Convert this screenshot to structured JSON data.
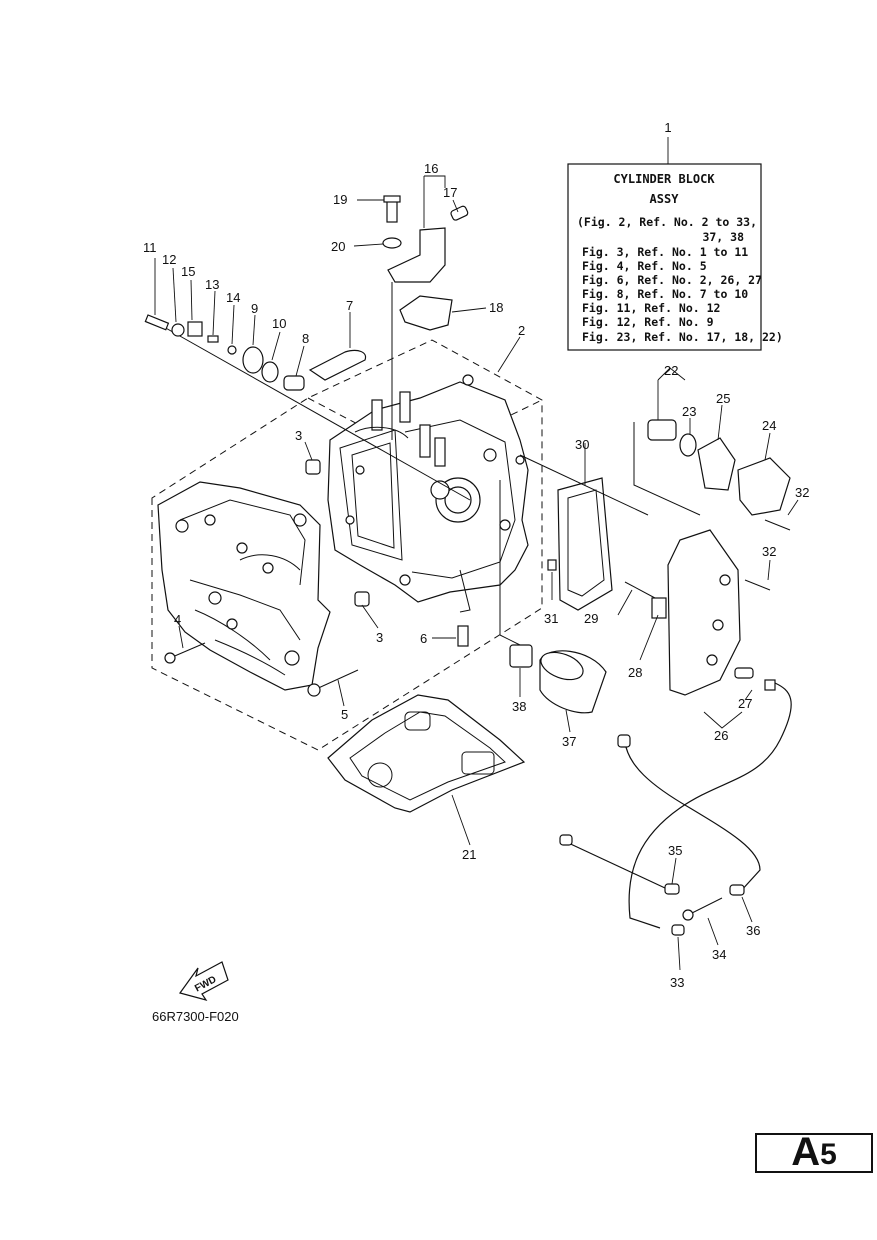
{
  "info_box": {
    "ref": "1",
    "title_line1": "CYLINDER BLOCK",
    "title_line2": "ASSY",
    "lines": [
      "(Fig. 2, Ref. No. 2 to 33,",
      "37, 38",
      "Fig. 3, Ref. No. 1 to 11",
      "Fig. 4, Ref. No. 5",
      "Fig. 6, Ref. No. 2, 26, 27",
      "Fig. 8, Ref. No. 7 to 10",
      "Fig. 11, Ref. No. 12",
      "Fig. 12, Ref. No. 9",
      "Fig. 23, Ref. No. 17, 18, 22)"
    ]
  },
  "callouts": [
    "2",
    "3",
    "3",
    "4",
    "5",
    "6",
    "7",
    "8",
    "9",
    "10",
    "11",
    "12",
    "13",
    "14",
    "15",
    "16",
    "17",
    "18",
    "19",
    "20",
    "21",
    "22",
    "23",
    "24",
    "25",
    "26",
    "27",
    "28",
    "29",
    "30",
    "31",
    "32",
    "32",
    "33",
    "34",
    "35",
    "36",
    "37",
    "38"
  ],
  "fwd_label": "FWD",
  "figure_code": "66R7300-F020",
  "page_badge": {
    "letter": "A",
    "number": "5"
  }
}
